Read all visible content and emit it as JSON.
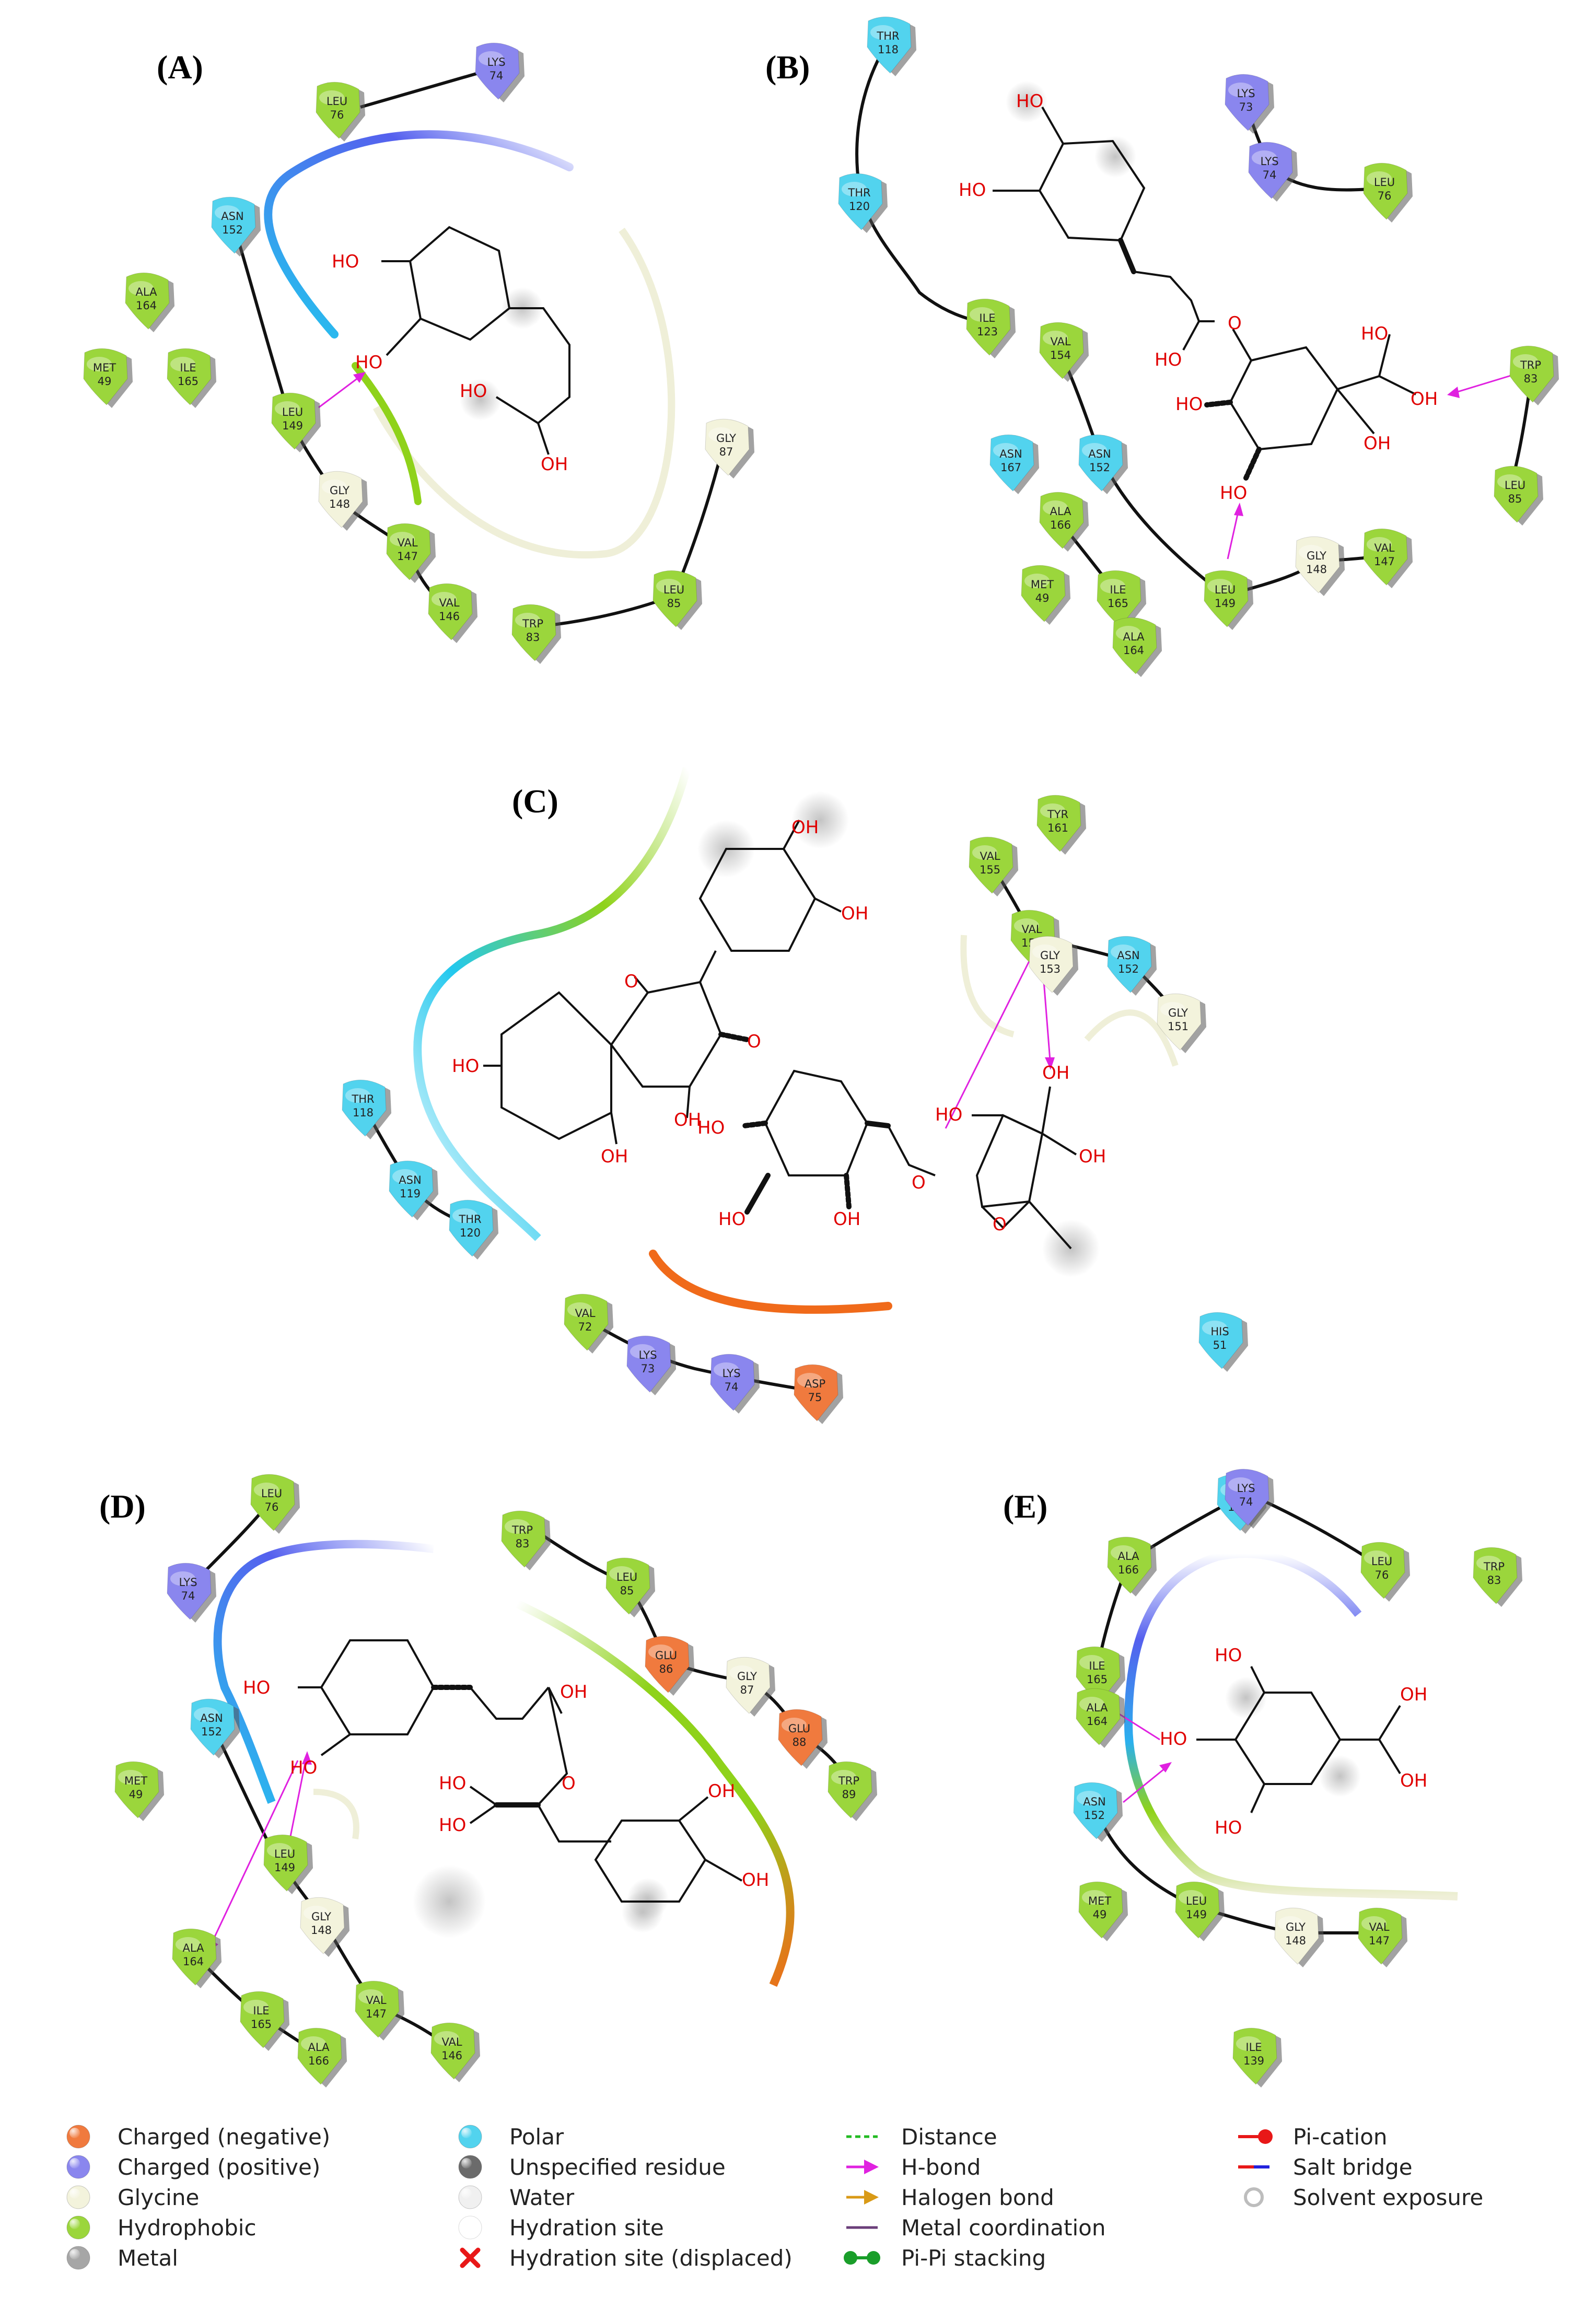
{
  "panels": [
    {
      "id": "A",
      "label": "(A)"
    },
    {
      "id": "B",
      "label": "(B)"
    },
    {
      "id": "C",
      "label": "(C)"
    },
    {
      "id": "D",
      "label": "(D)"
    },
    {
      "id": "E",
      "label": "(E)"
    }
  ],
  "residue_colors": {
    "negative": "#f07a3e",
    "positive": "#8a86ee",
    "glycine": "#f3f3dc",
    "hydrophobic": "#9bd63c",
    "polar": "#52d3ee",
    "unspecified": "#6b6b6b",
    "water": "#f0f0f0",
    "metal": "#a6a6a6"
  },
  "residues": {
    "A": [
      [
        "LEU",
        "76",
        "hydrophobic"
      ],
      [
        "LYS",
        "74",
        "positive"
      ],
      [
        "ASN",
        "152",
        "polar"
      ],
      [
        "ALA",
        "164",
        "hydrophobic"
      ],
      [
        "MET",
        "49",
        "hydrophobic"
      ],
      [
        "ILE",
        "165",
        "hydrophobic"
      ],
      [
        "LEU",
        "149",
        "hydrophobic"
      ],
      [
        "GLY",
        "148",
        "glycine"
      ],
      [
        "VAL",
        "147",
        "hydrophobic"
      ],
      [
        "VAL",
        "146",
        "hydrophobic"
      ],
      [
        "GLY",
        "87",
        "glycine"
      ],
      [
        "LEU",
        "85",
        "hydrophobic"
      ],
      [
        "TRP",
        "83",
        "hydrophobic"
      ]
    ],
    "B": [
      [
        "THR",
        "118",
        "polar"
      ],
      [
        "THR",
        "120",
        "polar"
      ],
      [
        "ILE",
        "123",
        "hydrophobic"
      ],
      [
        "LYS",
        "73",
        "positive"
      ],
      [
        "LYS",
        "74",
        "positive"
      ],
      [
        "LEU",
        "76",
        "hydrophobic"
      ],
      [
        "TRP",
        "83",
        "hydrophobic"
      ],
      [
        "LEU",
        "85",
        "hydrophobic"
      ],
      [
        "VAL",
        "154",
        "hydrophobic"
      ],
      [
        "ASN",
        "152",
        "polar"
      ],
      [
        "ASN",
        "167",
        "polar"
      ],
      [
        "ALA",
        "166",
        "hydrophobic"
      ],
      [
        "MET",
        "49",
        "hydrophobic"
      ],
      [
        "ILE",
        "165",
        "hydrophobic"
      ],
      [
        "ALA",
        "164",
        "hydrophobic"
      ],
      [
        "LEU",
        "149",
        "hydrophobic"
      ],
      [
        "GLY",
        "148",
        "glycine"
      ],
      [
        "VAL",
        "147",
        "hydrophobic"
      ]
    ],
    "C": [
      [
        "VAL",
        "155",
        "hydrophobic"
      ],
      [
        "TYR",
        "161",
        "hydrophobic"
      ],
      [
        "VAL",
        "154",
        "hydrophobic"
      ],
      [
        "GLY",
        "153",
        "glycine"
      ],
      [
        "ASN",
        "152",
        "polar"
      ],
      [
        "GLY",
        "151",
        "glycine"
      ],
      [
        "THR",
        "118",
        "polar"
      ],
      [
        "ASN",
        "119",
        "polar"
      ],
      [
        "THR",
        "120",
        "polar"
      ],
      [
        "VAL",
        "72",
        "hydrophobic"
      ],
      [
        "LYS",
        "73",
        "positive"
      ],
      [
        "LYS",
        "74",
        "positive"
      ],
      [
        "ASP",
        "75",
        "negative"
      ],
      [
        "HIS",
        "51",
        "polar"
      ]
    ],
    "D": [
      [
        "LEU",
        "76",
        "hydrophobic"
      ],
      [
        "LYS",
        "74",
        "positive"
      ],
      [
        "TRP",
        "83",
        "hydrophobic"
      ],
      [
        "LEU",
        "85",
        "hydrophobic"
      ],
      [
        "GLU",
        "86",
        "negative"
      ],
      [
        "GLY",
        "87",
        "glycine"
      ],
      [
        "GLU",
        "88",
        "negative"
      ],
      [
        "TRP",
        "89",
        "hydrophobic"
      ],
      [
        "ASN",
        "152",
        "polar"
      ],
      [
        "MET",
        "49",
        "hydrophobic"
      ],
      [
        "LEU",
        "149",
        "hydrophobic"
      ],
      [
        "GLY",
        "148",
        "glycine"
      ],
      [
        "ALA",
        "164",
        "hydrophobic"
      ],
      [
        "ILE",
        "165",
        "hydrophobic"
      ],
      [
        "ALA",
        "166",
        "hydrophobic"
      ],
      [
        "VAL",
        "147",
        "hydrophobic"
      ],
      [
        "VAL",
        "146",
        "hydrophobic"
      ]
    ],
    "E": [
      [
        "ASN",
        "167",
        "polar"
      ],
      [
        "LYS",
        "74",
        "positive"
      ],
      [
        "ALA",
        "166",
        "hydrophobic"
      ],
      [
        "LEU",
        "76",
        "hydrophobic"
      ],
      [
        "TRP",
        "83",
        "hydrophobic"
      ],
      [
        "ILE",
        "165",
        "hydrophobic"
      ],
      [
        "ALA",
        "164",
        "hydrophobic"
      ],
      [
        "ASN",
        "152",
        "polar"
      ],
      [
        "MET",
        "49",
        "hydrophobic"
      ],
      [
        "LEU",
        "149",
        "hydrophobic"
      ],
      [
        "GLY",
        "148",
        "glycine"
      ],
      [
        "VAL",
        "147",
        "hydrophobic"
      ],
      [
        "ILE",
        "139",
        "hydrophobic"
      ]
    ]
  },
  "atom_label": "HO",
  "atom_label_r": "OH",
  "atom_o": "O",
  "legend": [
    {
      "label": "Charged (negative)",
      "symbol": "ball",
      "color": "#f07a3e"
    },
    {
      "label": "Charged (positive)",
      "symbol": "ball",
      "color": "#8a86ee"
    },
    {
      "label": "Glycine",
      "symbol": "ball",
      "color": "#f3f3dc"
    },
    {
      "label": "Hydrophobic",
      "symbol": "ball",
      "color": "#9bd63c"
    },
    {
      "label": "Metal",
      "symbol": "ball",
      "color": "#a6a6a6"
    },
    {
      "label": "Polar",
      "symbol": "ball",
      "color": "#52d3ee"
    },
    {
      "label": "Unspecified residue",
      "symbol": "ball",
      "color": "#6b6b6b"
    },
    {
      "label": "Water",
      "symbol": "ball",
      "color": "#f0f0f0"
    },
    {
      "label": "Hydration site",
      "symbol": "hsite",
      "color": "#ffffff"
    },
    {
      "label": "Hydration site (displaced)",
      "symbol": "xmark",
      "color": "#e81818"
    },
    {
      "label": "Distance",
      "symbol": "dash",
      "color": "#22bb22"
    },
    {
      "label": "H-bond",
      "symbol": "arrow",
      "color": "#e021e0"
    },
    {
      "label": "Halogen bond",
      "symbol": "arrow",
      "color": "#d99a16"
    },
    {
      "label": "Metal coordination",
      "symbol": "line",
      "color": "#6b3f7a"
    },
    {
      "label": "Pi-Pi stacking",
      "symbol": "pipi",
      "color": "#1a9e2a"
    },
    {
      "label": "Pi-cation",
      "symbol": "pication",
      "color": "#e81818"
    },
    {
      "label": "Salt bridge",
      "symbol": "saltbridge",
      "color": "#e81818"
    },
    {
      "label": "Solvent exposure",
      "symbol": "solvent",
      "color": "#bdbdbd"
    }
  ]
}
